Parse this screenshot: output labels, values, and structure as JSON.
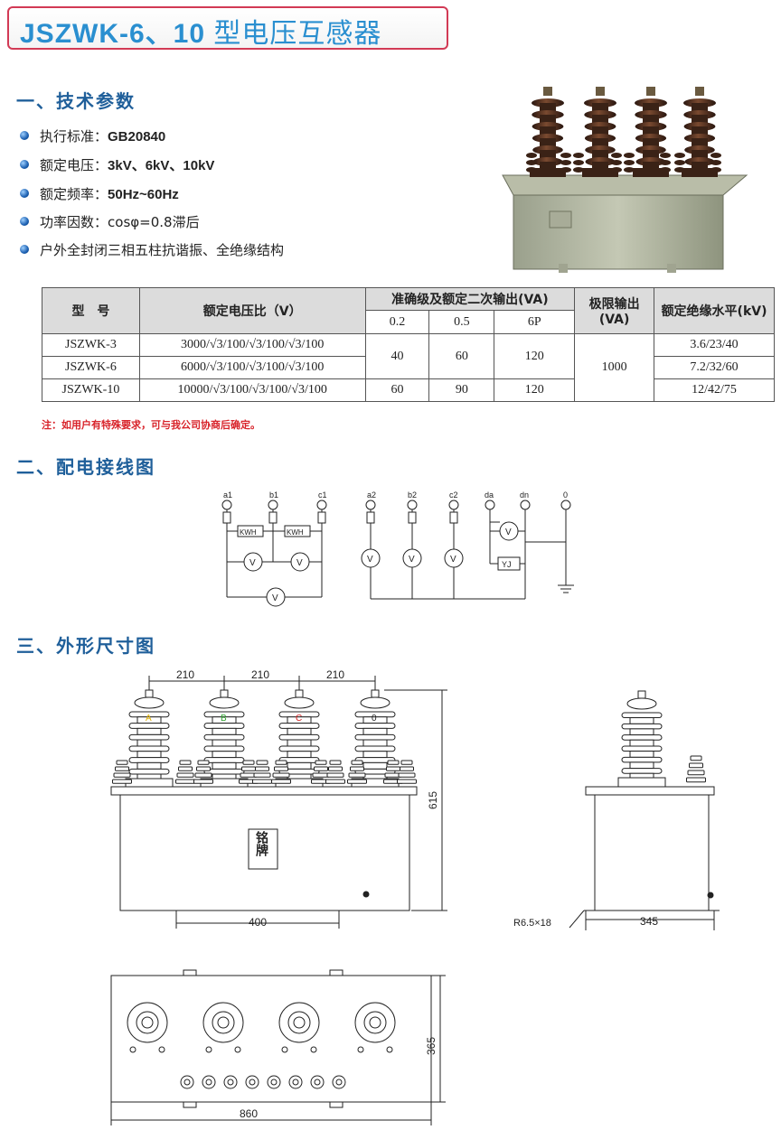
{
  "header": {
    "model": "JSZWK-6、10",
    "name": "型电压互感器"
  },
  "sections": {
    "tech": "一、技术参数",
    "wiring": "二、配电接线图",
    "dims": "三、外形尺寸图"
  },
  "specs": [
    {
      "label": "执行标准：",
      "value": "GB20840"
    },
    {
      "label": "额定电压：",
      "value": "3kV、6kV、10kV"
    },
    {
      "label": "额定频率：",
      "value": "50Hz~60Hz"
    },
    {
      "label": "功率因数：",
      "value": "cosφ=0.8滞后"
    },
    {
      "label": "",
      "value": "户外全封闭三相五柱抗谐振、全绝缘结构"
    }
  ],
  "table": {
    "h_model": "型　号",
    "h_ratio": "额定电压比（V）",
    "h_accuracy": "准确级及额定二次输出(VA)",
    "h_limit": "极限输出(VA)",
    "h_insul": "额定绝缘水平(kV)",
    "classes": [
      "0.2",
      "0.5",
      "6P"
    ],
    "rows": [
      {
        "model": "JSZWK-3",
        "ratio": "3000/√3/100/√3/100/√3/100",
        "insul": "3.6/23/40"
      },
      {
        "model": "JSZWK-6",
        "ratio": "6000/√3/100/√3/100/√3/100",
        "insul": "7.2/32/60"
      },
      {
        "model": "JSZWK-10",
        "ratio": "10000/√3/100/√3/100/√3/100",
        "insul": "12/42/75"
      }
    ],
    "out_a": [
      "40",
      "60",
      "120"
    ],
    "out_b": [
      "60",
      "90",
      "120"
    ],
    "limit": "1000"
  },
  "note": "注：如用户有特殊要求，可与我公司协商后确定。",
  "wiring": {
    "terms_left": [
      "a1",
      "b1",
      "c1"
    ],
    "terms_right": [
      "a2",
      "b2",
      "c2",
      "da",
      "dn",
      "0"
    ],
    "kwh": "KWH",
    "v": "V",
    "yj": "YJ"
  },
  "dims": {
    "pitch": [
      "210",
      "210",
      "210"
    ],
    "height": "615",
    "base_front": "400",
    "base_side": "345",
    "slot": "R6.5×18",
    "depth": "365",
    "length": "860",
    "plate": "铭牌",
    "phases": [
      "A",
      "B",
      "C",
      "0"
    ]
  },
  "colors": {
    "title": "#2a8fd0",
    "section": "#1f5f9a",
    "note": "#d8232a",
    "phaseA": "#e0b000",
    "phaseB": "#2aa02a",
    "phaseC": "#d22020"
  }
}
